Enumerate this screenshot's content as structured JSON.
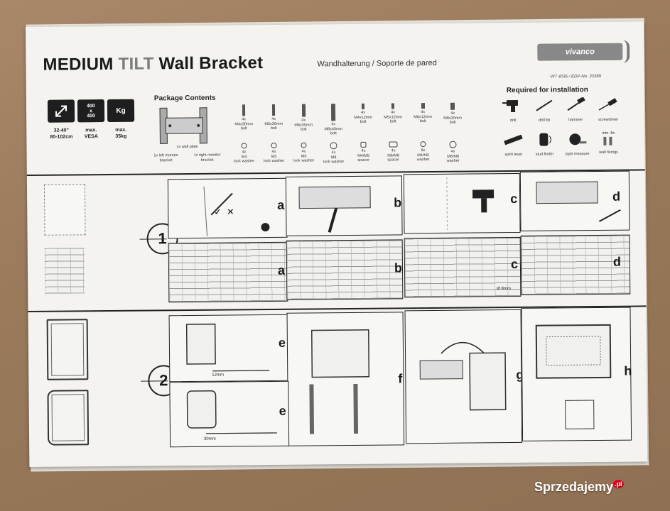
{
  "header": {
    "title_part1": "MEDIUM",
    "title_part2": "TILT",
    "title_part3": "Wall Bracket",
    "subtitle": "Wandhalterung / Soporte de pared",
    "logo": "vivanco",
    "model": "WT 4035 / EDP-No. 33389"
  },
  "specs": [
    {
      "icon": "diagonal-arrow-icon",
      "label": "32-40\"\n80-102cm"
    },
    {
      "icon": "vesa-icon",
      "inner": "400\nx\n400",
      "label": "max.\nVESA"
    },
    {
      "icon": "weight-icon",
      "inner": "Kg",
      "label": "max.\n35kg"
    }
  ],
  "package": {
    "title": "Package Contents",
    "brackets": [
      "1x left monitor bracket",
      "1x wall plate",
      "1x right monitor bracket"
    ],
    "bolts": [
      "4x\nM4x30mm\nbolt",
      "4x\nM5x30mm\nbolt",
      "4x\nM6x35mm\nbolt",
      "4x\nM8x40mm\nbolt",
      "4x\nM4x12mm\nbolt",
      "4x\nM5x12mm\nbolt",
      "4x\nM6x12mm\nbolt",
      "4x\nM8x20mm\nbolt"
    ],
    "washers": [
      "4x\nM4\nlock washer",
      "4x\nM5\nlock washer",
      "4x\nM6\nlock washer",
      "4x\nM8\nlock washer",
      "4x\nM4/M5\nspacer",
      "4x\nM6/M8\nspacer",
      "8x\nM4/M5\nwasher",
      "4x\nM6/M8\nwasher"
    ]
  },
  "required": {
    "title": "Required for installation",
    "tools": [
      "drill",
      "drill bit",
      "hammer",
      "screwdriver",
      "spirit level",
      "stud finder",
      "tape measure",
      "wall fixings"
    ],
    "min_label": "min. 8x"
  },
  "steps": {
    "one": "1",
    "two": "2",
    "letters_row1": [
      "a",
      "b",
      "c",
      "d"
    ],
    "letters_row2": [
      "a",
      "b",
      "c",
      "d"
    ],
    "letters_row3": [
      "e",
      "f",
      "g",
      "h"
    ],
    "letters_row4": [
      "e"
    ],
    "drill_size": "Ø 8mm",
    "bolt_12mm": "12mm",
    "bolt_30mm": "30mm"
  },
  "watermark": {
    "text": "Sprzedajemy",
    "sup": ".pl"
  },
  "colors": {
    "sheet": "#f4f3ef",
    "ink": "#1a1a1a",
    "cardboard": "#9c7c5c"
  }
}
